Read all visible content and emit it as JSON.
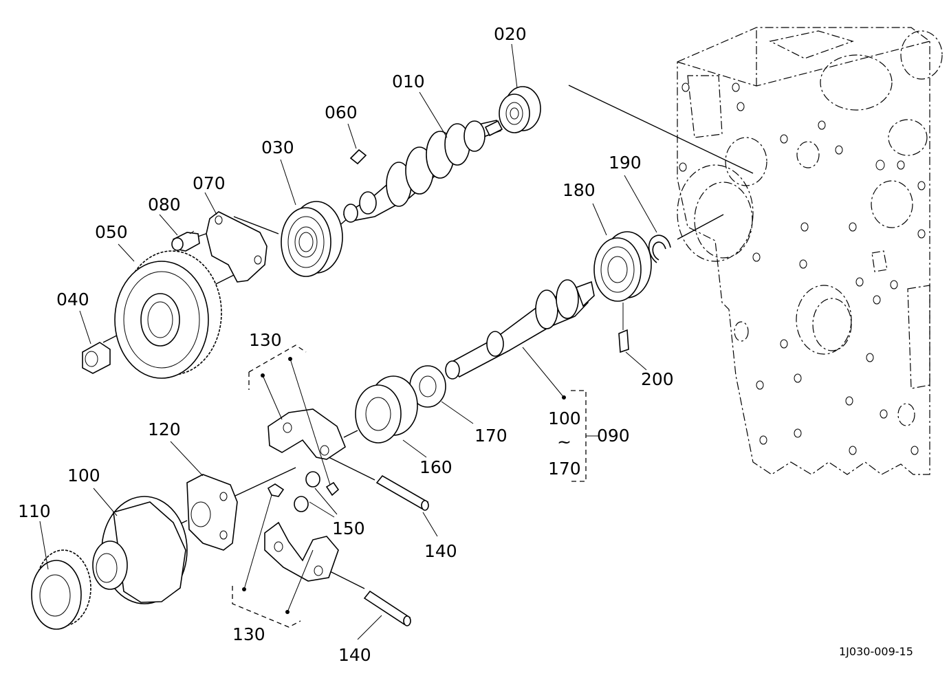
{
  "parts": {
    "p010": "010",
    "p020": "020",
    "p030": "030",
    "p040": "040",
    "p050": "050",
    "p060": "060",
    "p070": "070",
    "p080": "080",
    "p090": "090",
    "p100": "100",
    "p110": "110",
    "p120": "120",
    "p130": "130",
    "p140": "140",
    "p150": "150",
    "p160": "160",
    "p170": "170",
    "p180": "180",
    "p190": "190",
    "p200": "200"
  },
  "group_range": {
    "from": "100",
    "tilde": "~",
    "to": "170"
  },
  "document_id": "1J030-009-15"
}
